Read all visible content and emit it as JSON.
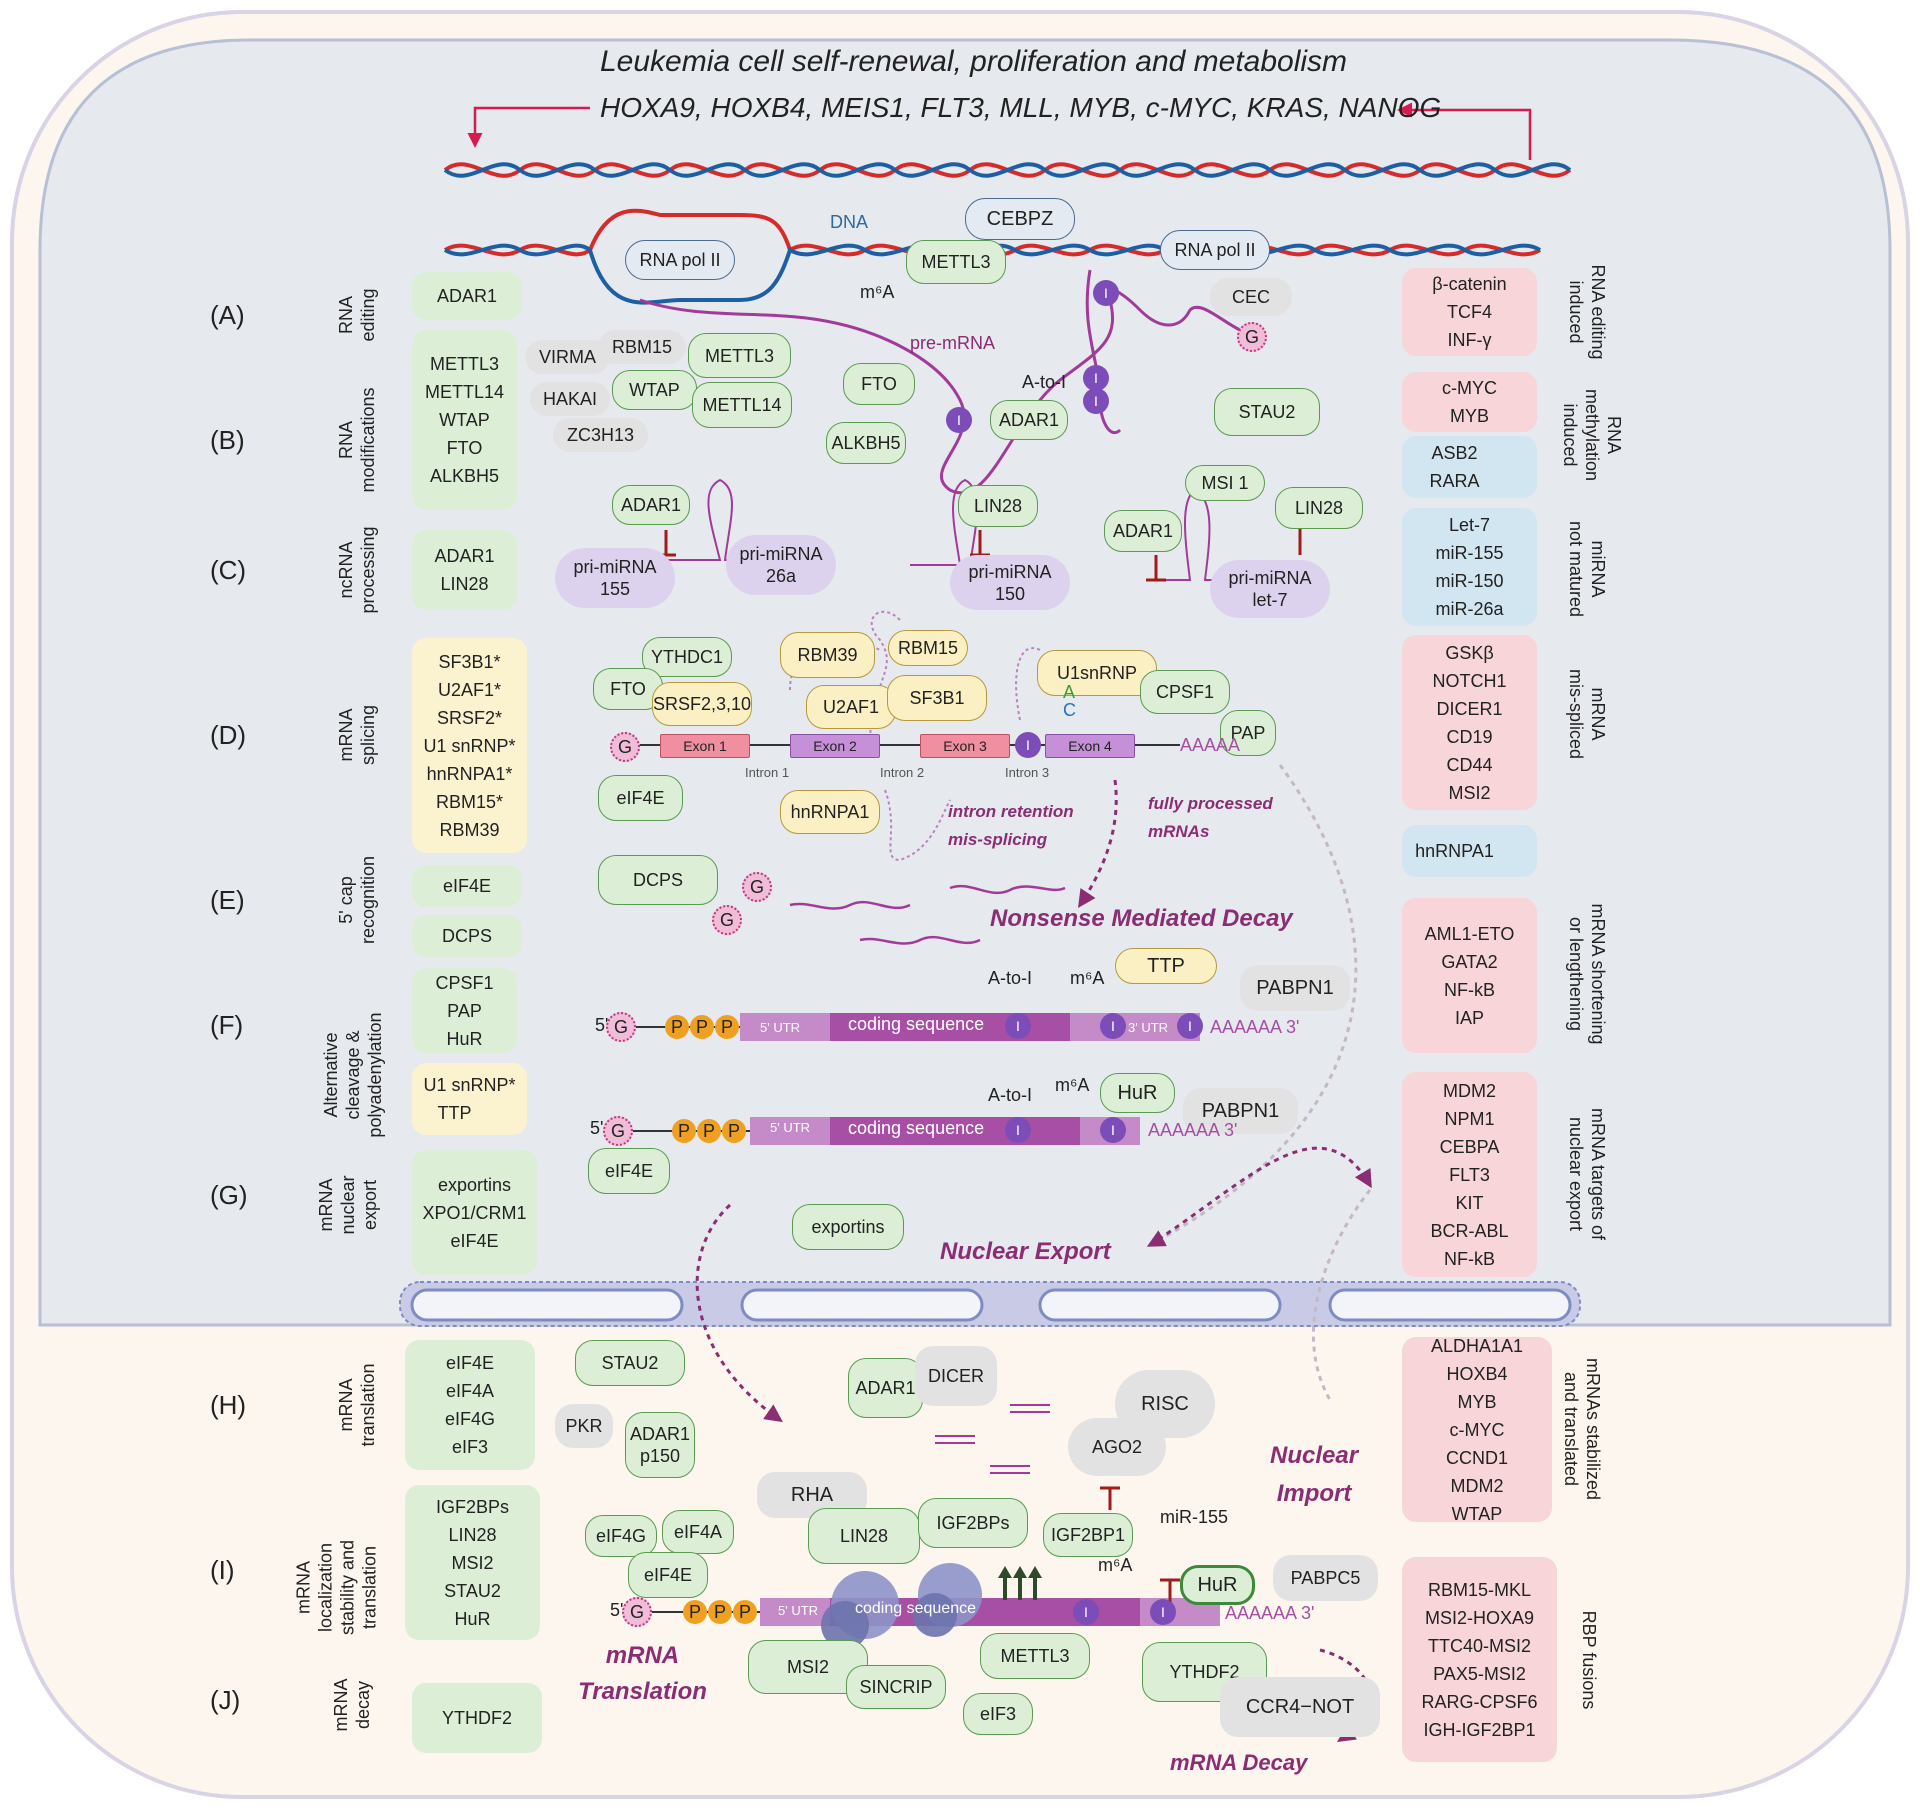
{
  "header": {
    "title": "Leukemia cell self-renewal, proliferation and metabolism",
    "genes": "HOXA9, HOXB4, MEIS1, FLT3, MLL, MYB, c-MYC, KRAS, NANOG"
  },
  "rows": [
    {
      "letter": "(A)",
      "label": "RNA\nediting"
    },
    {
      "letter": "(B)",
      "label": "RNA\nmodifications"
    },
    {
      "letter": "(C)",
      "label": "ncRNA\nprocessing"
    },
    {
      "letter": "(D)",
      "label": "mRNA\nsplicing"
    },
    {
      "letter": "(E)",
      "label": "5' cap\nrecognition"
    },
    {
      "letter": "(F)",
      "label": "Alternative\ncleavage &\npolyadenylation"
    },
    {
      "letter": "(G)",
      "label": "mRNA\nnuclear\nexport"
    },
    {
      "letter": "(H)",
      "label": "mRNA\ntranslation"
    },
    {
      "letter": "(I)",
      "label": "mRNA\nlocalization\nstability and\ntranslation"
    },
    {
      "letter": "(J)",
      "label": "mRNA\ndecay"
    }
  ],
  "left_boxes": {
    "A": [
      "ADAR1"
    ],
    "B": [
      "METTL3",
      "METTL14",
      "WTAP",
      "FTO",
      "ALKBH5"
    ],
    "C": [
      "ADAR1",
      "LIN28"
    ],
    "D": [
      "SF3B1*",
      "U2AF1*",
      "SRSF2*",
      "U1 snRNP*",
      "hnRNPA1*",
      "RBM15*",
      "RBM39"
    ],
    "E1": [
      "eIF4E"
    ],
    "E2": [
      "DCPS"
    ],
    "F1": [
      "CPSF1",
      "PAP",
      "HuR"
    ],
    "F2": [
      "U1 snRNP*",
      "TTP"
    ],
    "G": [
      "exportins",
      "XPO1/CRM1",
      "eIF4E"
    ],
    "H": [
      "eIF4E",
      "eIF4A",
      "eIF4G",
      "eIF3"
    ],
    "I": [
      "IGF2BPs",
      "LIN28",
      "MSI2",
      "STAU2",
      "HuR"
    ],
    "J": [
      "YTHDF2"
    ]
  },
  "right_boxes": {
    "A": {
      "items": [
        "β-catenin",
        "TCF4",
        "INF-γ"
      ],
      "label": "RNA editing\ninduced"
    },
    "B1": {
      "items": [
        "c-MYC",
        "MYB"
      ]
    },
    "B2": {
      "items": [
        "ASB2",
        "RARA"
      ]
    },
    "B_label": "RNA\nmethylation\ninduced",
    "C": {
      "items": [
        "Let-7",
        "miR-155",
        "miR-150",
        "miR-26a"
      ],
      "label": "miRNA\nnot matured"
    },
    "D1": {
      "items": [
        "GSKβ",
        "NOTCH1",
        "DICER1",
        "CD19",
        "CD44",
        "MSI2"
      ]
    },
    "D2": {
      "items": [
        "hnRNPA1"
      ]
    },
    "D_label": "mRNA\nmis-spliced",
    "E": {
      "items": [
        "AML1-ETO",
        "GATA2",
        "NF-kB",
        "IAP"
      ],
      "label": "mRNA shortening\nor lengthening"
    },
    "G": {
      "items": [
        "MDM2",
        "NPM1",
        "CEBPA",
        "FLT3",
        "KIT",
        "BCR-ABL",
        "NF-kB"
      ],
      "label": "mRNA targets of\nnuclear export"
    },
    "H": {
      "items": [
        "ALDHA1A1",
        "HOXB4",
        "MYB",
        "c-MYC",
        "CCND1",
        "MDM2",
        "WTAP"
      ],
      "label": "mRNAs stabilized\nand translated"
    },
    "I": {
      "items": [
        "RBM15-MKL",
        "MSI2-HOXA9",
        "TTC40-MSI2",
        "PAX5-MSI2",
        "RARG-CPSF6",
        "IGH-IGF2BP1"
      ],
      "label": "RBP fusions"
    }
  },
  "center": {
    "dna": "DNA",
    "rnapol": "RNA pol II",
    "cebpz": "CEBPZ",
    "mettl3": "METTL3",
    "m6a": "m⁶A",
    "premrna": "pre-mRNA",
    "cec": "CEC",
    "g": "G",
    "i": "I",
    "p": "P",
    "virma": "VIRMA",
    "rbm15": "RBM15",
    "hakai": "HAKAI",
    "wtap": "WTAP",
    "mettl14": "METTL14",
    "zc3h13": "ZC3H13",
    "fto": "FTO",
    "alkbh5": "ALKBH5",
    "atoi": "A-to-I",
    "adar1": "ADAR1",
    "stau2": "STAU2",
    "msi1": "MSI 1",
    "lin28": "LIN28",
    "primir155": "pri-miRNA\n155",
    "primir26a": "pri-miRNA\n26a",
    "primir150": "pri-miRNA\n150",
    "primirlet7": "pri-miRNA\nlet-7",
    "ythdc1": "YTHDC1",
    "rbm39": "RBM39",
    "srsf": "SRSF2,3,10",
    "u2af1": "U2AF1",
    "sf3b1": "SF3B1",
    "u1snrnp": "U1snRNP",
    "cpsf1": "CPSF1",
    "pap": "PAP",
    "a": "A",
    "c": "C",
    "exons": [
      "Exon 1",
      "Exon 2",
      "Exon 3",
      "Exon 4"
    ],
    "introns": [
      "Intron 1",
      "Intron 2",
      "Intron 3"
    ],
    "polyA": "AAAAA",
    "eif4e": "eIF4E",
    "hnrnpa1": "hnRNPA1",
    "intron_ret": "intron retention\nmis-splicing",
    "fully": "fully processed\nmRNAs",
    "dcps": "DCPS",
    "nmd": "Nonsense Mediated Decay",
    "ttp": "TTP",
    "pabpn1": "PABPN1",
    "five": "5'",
    "utr5": "5' UTR",
    "utr3": "3' UTR",
    "coding": "coding sequence",
    "tail3": "AAAAAA 3'",
    "hur": "HuR",
    "exportins": "exportins",
    "nuclear_export": "Nuclear Export",
    "nuclear_import": "Nuclear\nImport",
    "pkr": "PKR",
    "adar1p150": "ADAR1\np150",
    "dicer": "DICER",
    "risc": "RISC",
    "ago2": "AGO2",
    "igf2bp1": "IGF2BP1",
    "mir155": "miR-155",
    "rha": "RHA",
    "igf2bps": "IGF2BPs",
    "eif4g": "eIF4G",
    "eif4a": "eIF4A",
    "pabpc5": "PABPC5",
    "mrna_translation": "mRNA\nTranslation",
    "msi2": "MSI2",
    "sincrip": "SINCRIP",
    "eif3": "eIF3",
    "ythdf2": "YTHDF2",
    "ccr4": "CCR4−NOT",
    "decay": "mRNA Decay"
  },
  "colors": {
    "nucleus": "#e6e9ee",
    "cytoplasm": "#fdf6ef",
    "purple": "#8a2d72",
    "green_box": "#dcefd6",
    "yellow_box": "#fbf3cf",
    "pink_box": "#f7d5d8",
    "blue_box": "#d2e6f1"
  }
}
